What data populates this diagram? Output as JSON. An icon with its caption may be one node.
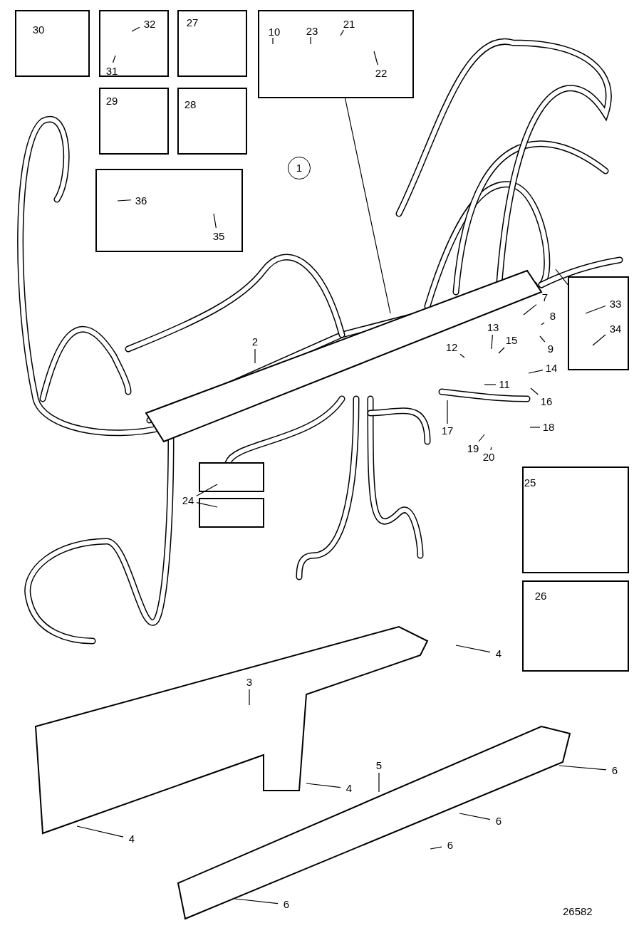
{
  "diagram": {
    "nodes": [
      {
        "text": [],
        "shape": "box"
      },
      {
        "text": [
          "30"
        ],
        "in": 0
      },
      {
        "text": [],
        "shape": "box"
      },
      {
        "text": [
          "32"
        ],
        "in": 2
      },
      {
        "text": [
          "31"
        ],
        "in": 2
      },
      {
        "text": [],
        "shape": "box"
      },
      {
        "text": [
          "27"
        ],
        "in": 5
      },
      {
        "text": [],
        "shape": "box"
      },
      {
        "text": [
          "10"
        ],
        "in": 7
      },
      {
        "text": [
          "23"
        ],
        "in": 7
      },
      {
        "text": [
          "21"
        ],
        "in": 7
      },
      {
        "text": [
          "22"
        ],
        "in": 7
      },
      {
        "text": [],
        "shape": "box"
      },
      {
        "text": [
          "29"
        ],
        "in": 12
      },
      {
        "text": [],
        "shape": "box"
      },
      {
        "text": [
          "28"
        ],
        "in": 14
      },
      {
        "text": [],
        "shape": "box"
      },
      {
        "text": [
          "36"
        ],
        "in": 16
      },
      {
        "text": [
          "35"
        ],
        "in": 16
      },
      {
        "text": [
          "1"
        ]
      },
      {
        "text": [
          "2"
        ]
      },
      {
        "text": [
          "7"
        ]
      },
      {
        "text": [
          "8"
        ]
      },
      {
        "text": [
          "9"
        ]
      },
      {
        "text": [],
        "shape": "box"
      },
      {
        "text": [
          "33"
        ],
        "in": 24
      },
      {
        "text": [
          "34"
        ],
        "in": 24
      },
      {
        "text": [
          "13"
        ]
      },
      {
        "text": [
          "15"
        ]
      },
      {
        "text": [
          "12"
        ]
      },
      {
        "text": [
          "14"
        ]
      },
      {
        "text": [
          "11"
        ]
      },
      {
        "text": [
          "16"
        ]
      },
      {
        "text": [
          "17"
        ]
      },
      {
        "text": [
          "18"
        ]
      },
      {
        "text": [
          "19"
        ]
      },
      {
        "text": [
          "20"
        ]
      },
      {
        "text": [
          "24"
        ]
      },
      {
        "text": [],
        "shape": "box"
      },
      {
        "text": [
          "25"
        ],
        "in": 38
      },
      {
        "text": [],
        "shape": "box"
      },
      {
        "text": [
          "26"
        ],
        "in": 40
      },
      {
        "text": [
          "4"
        ]
      },
      {
        "text": [
          "3"
        ]
      },
      {
        "text": [
          "4"
        ]
      },
      {
        "text": [
          "5"
        ]
      },
      {
        "text": [
          "6"
        ]
      },
      {
        "text": [
          "4"
        ]
      },
      {
        "text": [
          "6"
        ]
      },
      {
        "text": [
          "6"
        ]
      },
      {
        "text": [
          "6"
        ]
      }
    ],
    "edges": [
      {
        "from": 3,
        "to": null,
        "arrow": "none"
      },
      {
        "from": 4,
        "to": null,
        "arrow": "none"
      },
      {
        "from": 7,
        "to": null,
        "arrow": "none"
      },
      {
        "from": 8,
        "to": null,
        "arrow": "none"
      },
      {
        "from": 9,
        "to": null,
        "arrow": "none"
      },
      {
        "from": 10,
        "to": null,
        "arrow": "none"
      },
      {
        "from": 11,
        "to": null,
        "arrow": "none"
      },
      {
        "from": 17,
        "to": null,
        "arrow": "none"
      },
      {
        "from": 18,
        "to": null,
        "arrow": "none"
      },
      {
        "from": 20,
        "to": null,
        "arrow": "none"
      },
      {
        "from": 21,
        "to": null,
        "arrow": "none"
      },
      {
        "from": 22,
        "to": null,
        "arrow": "none"
      },
      {
        "from": 23,
        "to": null,
        "arrow": "none"
      },
      {
        "from": 24,
        "to": null,
        "arrow": "none"
      },
      {
        "from": 25,
        "to": null,
        "arrow": "none"
      },
      {
        "from": 26,
        "to": null,
        "arrow": "none"
      },
      {
        "from": 27,
        "to": null,
        "arrow": "none"
      },
      {
        "from": 28,
        "to": null,
        "arrow": "none"
      },
      {
        "from": 29,
        "to": null,
        "arrow": "none"
      },
      {
        "from": 30,
        "to": null,
        "arrow": "none"
      },
      {
        "from": 31,
        "to": null,
        "arrow": "none"
      },
      {
        "from": 32,
        "to": null,
        "arrow": "none"
      },
      {
        "from": 33,
        "to": null,
        "arrow": "none"
      },
      {
        "from": 34,
        "to": null,
        "arrow": "none"
      },
      {
        "from": 35,
        "to": null,
        "arrow": "none"
      },
      {
        "from": 36,
        "to": null,
        "arrow": "none"
      },
      {
        "from": 37,
        "to": null,
        "arrow": "none"
      },
      {
        "from": 37,
        "to": null,
        "arrow": "none"
      },
      {
        "from": 42,
        "to": null,
        "arrow": "none"
      },
      {
        "from": 43,
        "to": null,
        "arrow": "none"
      },
      {
        "from": 44,
        "to": null,
        "arrow": "none"
      },
      {
        "from": 45,
        "to": null,
        "arrow": "none"
      },
      {
        "from": 46,
        "to": null,
        "arrow": "none"
      },
      {
        "from": 47,
        "to": null,
        "arrow": "none"
      },
      {
        "from": 48,
        "to": null,
        "arrow": "none"
      },
      {
        "from": 49,
        "to": null,
        "arrow": "none"
      },
      {
        "from": 50,
        "to": null,
        "arrow": "none"
      }
    ],
    "labels": [
      "26582"
    ]
  }
}
